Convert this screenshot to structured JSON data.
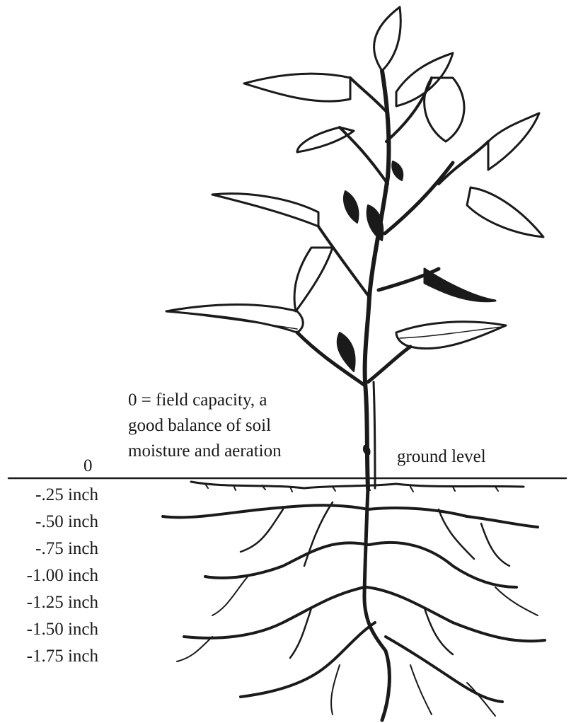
{
  "annotation": {
    "lines": [
      "0 = field capacity, a",
      "good balance of soil",
      "moisture and aeration"
    ]
  },
  "ground_label": "ground level",
  "zero_label": "0",
  "depth_scale": [
    "-.25 inch",
    "-.50 inch",
    "-.75 inch",
    "-1.00 inch",
    "-1.25 inch",
    "-1.50 inch",
    "-1.75 inch"
  ],
  "colors": {
    "ink": "#1a1a1a",
    "background": "#ffffff"
  }
}
